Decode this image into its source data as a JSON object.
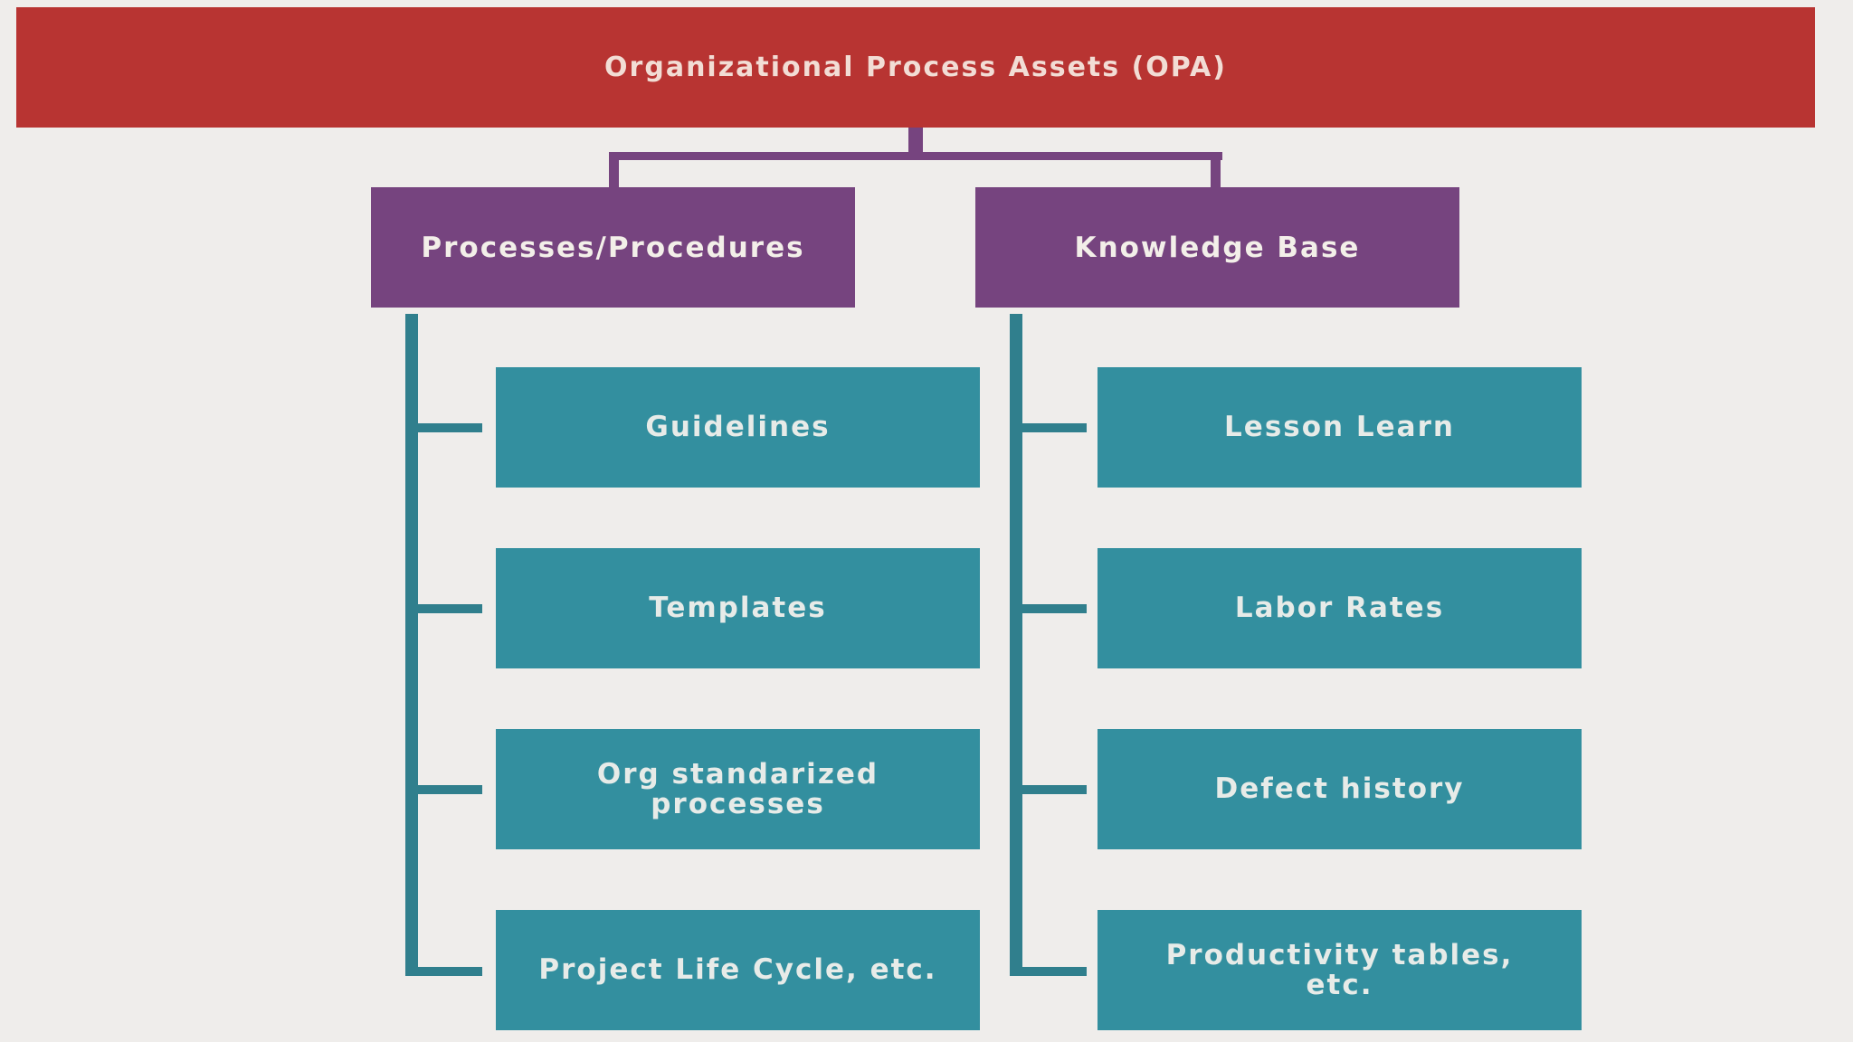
{
  "root": {
    "label": "Organizational Process Assets (OPA)"
  },
  "categories": [
    {
      "label": "Processes/Procedures",
      "items": [
        "Guidelines",
        "Templates",
        "Org standarized processes",
        "Project Life Cycle, etc."
      ]
    },
    {
      "label": "Knowledge Base",
      "items": [
        "Lesson Learn",
        "Labor Rates",
        "Defect history",
        "Productivity tables, etc."
      ]
    }
  ],
  "colors": {
    "root": "#b83432",
    "category": "#76447f",
    "item": "#338f9f",
    "background": "#efedeb"
  }
}
